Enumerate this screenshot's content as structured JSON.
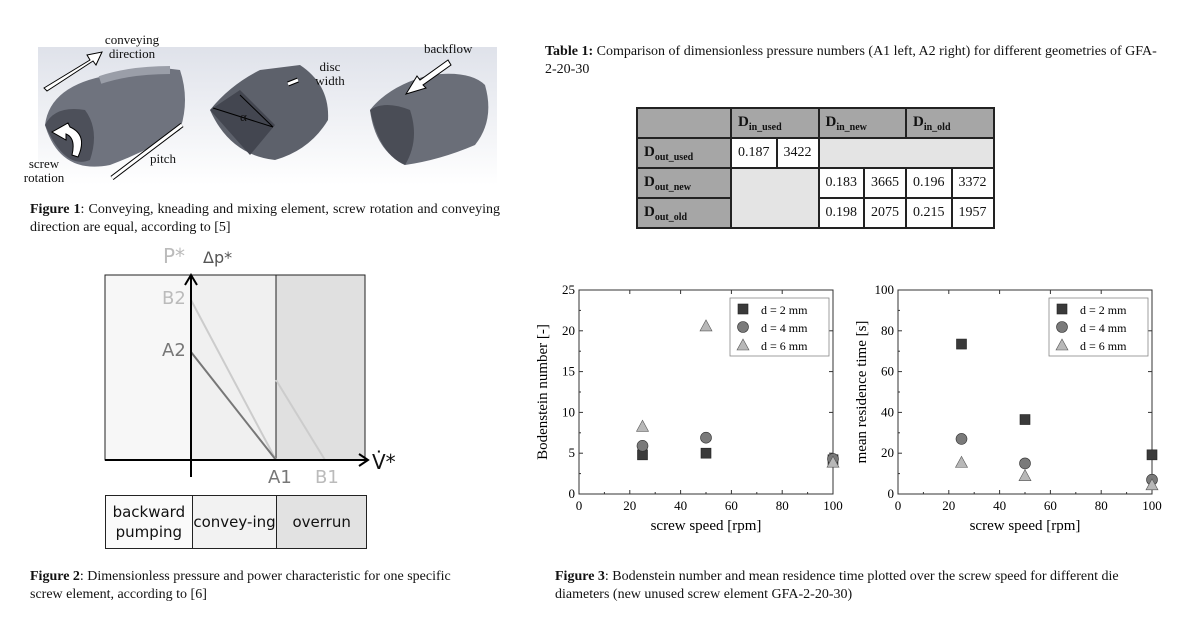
{
  "figure1": {
    "labels": {
      "conveying_direction": "conveying direction",
      "disc_width": "disc width",
      "backflow": "backflow",
      "screw_rotation": "screw rotation",
      "pitch": "pitch",
      "alpha": "α"
    },
    "caption_label": "Figure 1",
    "caption_text": ": Conveying, kneading and mixing element, screw rotation and conveying direction are equal, according to [5]"
  },
  "figure2": {
    "axis_labels": {
      "p_star": "P*",
      "delta_p_star": "Δp*",
      "v_dot_star": "V̇*"
    },
    "points": {
      "B2": "B2",
      "A2": "A2",
      "A1": "A1",
      "B1": "B1"
    },
    "regions": [
      "backward pumping",
      "convey-ing",
      "overrun"
    ],
    "caption_label": "Figure 2",
    "caption_text": ": Dimensionless pressure and power characteristic for one specific screw element, according to [6]"
  },
  "table1": {
    "caption_label": "Table 1:",
    "caption_text": " Comparison of dimensionless pressure numbers (A1 left, A2 right) for different geometries of GFA-2-20-30",
    "col_headers": [
      {
        "main": "D",
        "sub": "in_used"
      },
      {
        "main": "D",
        "sub": "in_new"
      },
      {
        "main": "D",
        "sub": "in_old"
      }
    ],
    "rows": [
      {
        "main": "D",
        "sub": "out_used",
        "cells": [
          [
            "0.187",
            "3422"
          ],
          null,
          null
        ]
      },
      {
        "main": "D",
        "sub": "out_new",
        "cells": [
          null,
          [
            "0.183",
            "3665"
          ],
          [
            "0.196",
            "3372"
          ]
        ]
      },
      {
        "main": "D",
        "sub": "out_old",
        "cells": [
          null,
          [
            "0.198",
            "2075"
          ],
          [
            "0.215",
            "1957"
          ]
        ]
      }
    ]
  },
  "figure3": {
    "caption_label": "Figure 3",
    "caption_text": ": Bodenstein number and mean residence time plotted over the screw speed for different die diameters (new unused screw element GFA-2-20-30)"
  },
  "chart_data": [
    {
      "type": "scatter",
      "xlabel": "screw speed [rpm]",
      "ylabel": "Bodenstein number [-]",
      "xlim": [
        0,
        100
      ],
      "ylim": [
        0,
        25
      ],
      "xticks": [
        0,
        20,
        40,
        60,
        80,
        100
      ],
      "yticks": [
        0,
        5,
        10,
        15,
        20,
        25
      ],
      "legend": "top-right",
      "grid": false,
      "series": [
        {
          "name": "d = 2 mm",
          "marker": "square",
          "color": "#3a3a3a",
          "x": [
            25,
            50,
            100
          ],
          "y": [
            4.8,
            5.0,
            4.2
          ]
        },
        {
          "name": "d = 4 mm",
          "marker": "circle",
          "color": "#7a7a7a",
          "x": [
            25,
            50,
            100
          ],
          "y": [
            5.9,
            6.9,
            4.3
          ]
        },
        {
          "name": "d = 6 mm",
          "marker": "triangle",
          "color": "#b8b8b8",
          "x": [
            25,
            50,
            100
          ],
          "y": [
            8.3,
            20.6,
            3.9
          ]
        }
      ]
    },
    {
      "type": "scatter",
      "xlabel": "screw speed [rpm]",
      "ylabel": "mean residence time [s]",
      "xlim": [
        0,
        100
      ],
      "ylim": [
        0,
        100
      ],
      "xticks": [
        0,
        20,
        40,
        60,
        80,
        100
      ],
      "yticks": [
        0,
        20,
        40,
        60,
        80,
        100
      ],
      "legend": "top-right",
      "grid": false,
      "series": [
        {
          "name": "d = 2 mm",
          "marker": "square",
          "color": "#3a3a3a",
          "x": [
            25,
            50,
            100
          ],
          "y": [
            73.5,
            36.5,
            19.2
          ]
        },
        {
          "name": "d = 4 mm",
          "marker": "circle",
          "color": "#7a7a7a",
          "x": [
            25,
            50,
            100
          ],
          "y": [
            27,
            15,
            7
          ]
        },
        {
          "name": "d = 6 mm",
          "marker": "triangle",
          "color": "#b8b8b8",
          "x": [
            25,
            50,
            100
          ],
          "y": [
            15.5,
            9,
            4.5
          ]
        }
      ]
    }
  ]
}
